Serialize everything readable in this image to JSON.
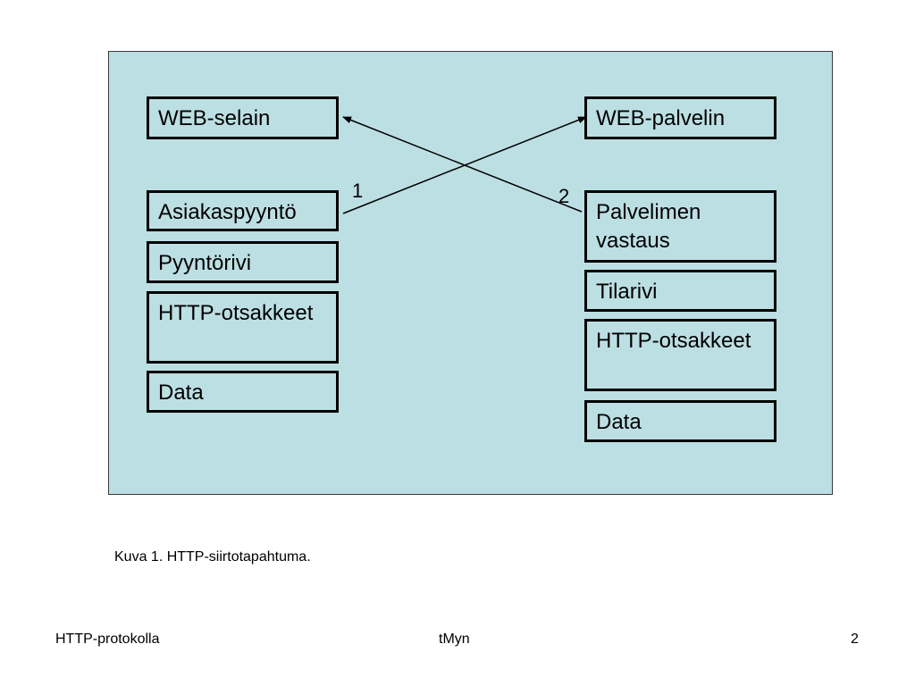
{
  "diagram": {
    "client": {
      "title": "WEB-selain",
      "request": "Asiakaspyyntö",
      "parts": [
        "Pyyntörivi",
        "HTTP-otsakkeet",
        "Data"
      ]
    },
    "server": {
      "title": "WEB-palvelin",
      "response": "Palvelimen vastaus",
      "parts": [
        "Tilarivi",
        "HTTP-otsakkeet",
        "Data"
      ]
    },
    "arrows": [
      {
        "label": "1",
        "from": "Asiakaspyyntö",
        "to": "WEB-palvelin"
      },
      {
        "label": "2",
        "from": "Palvelimen vastaus",
        "to": "WEB-selain"
      }
    ]
  },
  "caption": "Kuva 1. HTTP-siirtotapahtuma.",
  "footer": {
    "left": "HTTP-protokolla",
    "center": "tMyn",
    "right": "2"
  }
}
